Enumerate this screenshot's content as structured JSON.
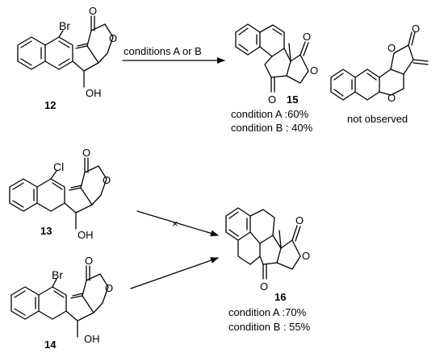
{
  "colors": {
    "ink": "#000000",
    "halogen": "#8a1d8a",
    "background": "#ffffff"
  },
  "top": {
    "start_label": "12",
    "start_atoms": {
      "halogen": "Br",
      "hydroxyl": "OH",
      "ring_O": "O",
      "carbonyl_O": "O"
    },
    "arrow_label": "conditions A or B",
    "product_label": "15",
    "product_atoms": {
      "ketone_O": "O",
      "ring_O": "O",
      "carbonyl_O": "O"
    },
    "yield_a": "condition A :60%",
    "yield_b": "condition B : 40%",
    "side_atoms": {
      "ring_O": "O",
      "carbonyl_O": "O",
      "ether_O": "O"
    },
    "side_note": "not observed"
  },
  "bottom": {
    "sm1_label": "13",
    "sm1_atoms": {
      "halogen": "Cl",
      "hydroxyl": "OH",
      "ring_O": "O",
      "carbonyl_O": "O"
    },
    "failed_arrow_mark": "×",
    "sm2_label": "14",
    "sm2_atoms": {
      "halogen": "Br",
      "hydroxyl": "OH",
      "ring_O": "O",
      "carbonyl_O": "O"
    },
    "product_label": "16",
    "product_atoms": {
      "ketone_O": "O",
      "ring_O": "O",
      "carbonyl_O": "O"
    },
    "yield_a": "condition A :70%",
    "yield_b": "condition B : 55%"
  }
}
